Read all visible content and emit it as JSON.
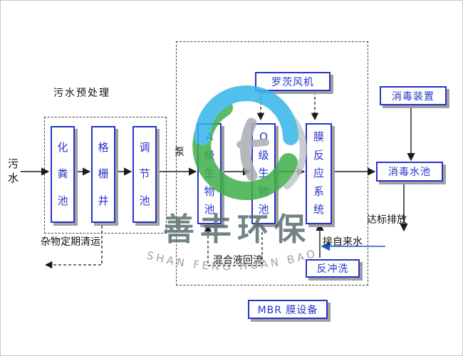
{
  "watermark": {
    "brand_cn": "善丰环保",
    "brand_en": "SHAN FENG HUAN BAO"
  },
  "labels": {
    "influent": "污水",
    "pretreatment_title": "污水预处理",
    "debris_removal": "杂物定期清运",
    "pump": "泵",
    "discharge": "达标排放",
    "tap_water": "接自来水",
    "mixed_reflux": "混合液回流"
  },
  "tanks": {
    "septic": "化粪池",
    "grid_well": "格栅井",
    "regulating": "调节池",
    "a_bio": "A级生物池",
    "o_bio": "O级生物池",
    "membrane_sys": "膜反应系统"
  },
  "equipment": {
    "roots_blower": "罗茨风机",
    "disinfect_device": "消毒装置",
    "disinfect_tank": "消毒水池",
    "backwash": "反冲洗",
    "mbr": "MBR 膜设备"
  },
  "colors": {
    "box_border": "#2634c8",
    "box_text": "#2634c8",
    "box_shadow": "#a0a0a0",
    "flow_line": "#1a1a1a",
    "tap_water_line": "#1a56c8",
    "logo_green": "#3fae49",
    "logo_blue": "#35b6e9",
    "brand_text": "#5a6e6e"
  }
}
